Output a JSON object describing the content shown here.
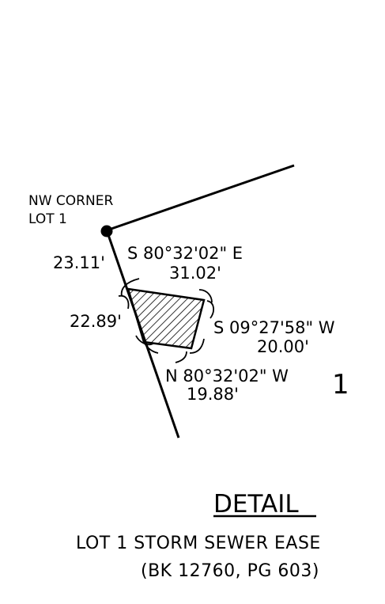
{
  "corner_label": {
    "line1": "NW CORNER",
    "line2": "LOT 1"
  },
  "distance_corner_offset": "23.11'",
  "bearing_north": {
    "bearing": "S 80°32'02\" E",
    "distance": "31.02'"
  },
  "distance_west": "22.89'",
  "bearing_east": {
    "bearing": "S 09°27'58\" W",
    "distance": "20.00'"
  },
  "bearing_south": {
    "bearing": "N 80°32'02\" W",
    "distance": "19.88'"
  },
  "lot_number": "1",
  "title": "DETAIL",
  "subtitle_line1": "LOT 1 STORM SEWER EASE",
  "subtitle_line2": "(BK 12760, PG 603)"
}
